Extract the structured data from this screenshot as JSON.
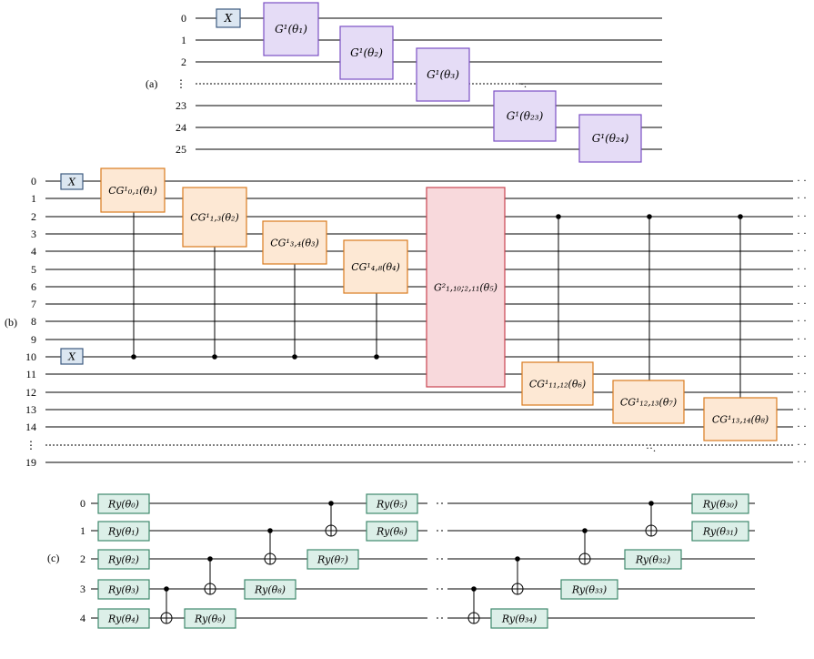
{
  "panel_a": {
    "label": "(a)",
    "wire_labels": [
      "0",
      "1",
      "2",
      "⋮",
      "23",
      "24",
      "25"
    ],
    "gates": [
      {
        "id": "a-x-gate",
        "text": "X",
        "color": "blue"
      },
      {
        "id": "a-g1",
        "text": "G¹(θ₁)",
        "color": "purple"
      },
      {
        "id": "a-g2",
        "text": "G¹(θ₂)",
        "color": "purple"
      },
      {
        "id": "a-g3",
        "text": "G¹(θ₃)",
        "color": "purple"
      },
      {
        "id": "a-g23",
        "text": "G¹(θ₂₃)",
        "color": "purple"
      },
      {
        "id": "a-g24",
        "text": "G¹(θ₂₄)",
        "color": "purple"
      }
    ]
  },
  "panel_b": {
    "label": "(b)",
    "wire_labels": [
      "0",
      "1",
      "2",
      "3",
      "4",
      "5",
      "6",
      "7",
      "8",
      "9",
      "10",
      "11",
      "12",
      "13",
      "14",
      "⋮",
      "19"
    ],
    "gates": [
      {
        "id": "b-x-0",
        "text": "X",
        "color": "blue"
      },
      {
        "id": "b-x-10",
        "text": "X",
        "color": "blue"
      },
      {
        "id": "b-cg1",
        "text": "CG¹₀,₁(θ₁)",
        "color": "orange"
      },
      {
        "id": "b-cg2",
        "text": "CG¹₁,₃(θ₂)",
        "color": "orange"
      },
      {
        "id": "b-cg3",
        "text": "CG¹₃,₄(θ₃)",
        "color": "orange"
      },
      {
        "id": "b-cg4",
        "text": "CG¹₄,₈(θ₄)",
        "color": "orange"
      },
      {
        "id": "b-g5",
        "text": "G²₁,₁₀;₂,₁₁(θ₅)",
        "color": "red"
      },
      {
        "id": "b-cg6",
        "text": "CG¹₁₁,₁₂(θ₆)",
        "color": "orange"
      },
      {
        "id": "b-cg7",
        "text": "CG¹₁₂,₁₃(θ₇)",
        "color": "orange"
      },
      {
        "id": "b-cg8",
        "text": "CG¹₁₃,₁₄(θ₈)",
        "color": "orange"
      }
    ]
  },
  "panel_c": {
    "label": "(c)",
    "wire_labels": [
      "0",
      "1",
      "2",
      "3",
      "4"
    ],
    "gates": [
      {
        "id": "c-ry0",
        "text": "Ry(θ₀)",
        "color": "green"
      },
      {
        "id": "c-ry1",
        "text": "Ry(θ₁)",
        "color": "green"
      },
      {
        "id": "c-ry2",
        "text": "Ry(θ₂)",
        "color": "green"
      },
      {
        "id": "c-ry3",
        "text": "Ry(θ₃)",
        "color": "green"
      },
      {
        "id": "c-ry4",
        "text": "Ry(θ₄)",
        "color": "green"
      },
      {
        "id": "c-ry9",
        "text": "Ry(θ₉)",
        "color": "green"
      },
      {
        "id": "c-ry8",
        "text": "Ry(θ₈)",
        "color": "green"
      },
      {
        "id": "c-ry7",
        "text": "Ry(θ₇)",
        "color": "green"
      },
      {
        "id": "c-ry5",
        "text": "Ry(θ₅)",
        "color": "green"
      },
      {
        "id": "c-ry6",
        "text": "Ry(θ₆)",
        "color": "green"
      },
      {
        "id": "c-ry34",
        "text": "Ry(θ₃₄)",
        "color": "green"
      },
      {
        "id": "c-ry33",
        "text": "Ry(θ₃₃)",
        "color": "green"
      },
      {
        "id": "c-ry32",
        "text": "Ry(θ₃₂)",
        "color": "green"
      },
      {
        "id": "c-ry30",
        "text": "Ry(θ₃₀)",
        "color": "green"
      },
      {
        "id": "c-ry31",
        "text": "Ry(θ₃₁)",
        "color": "green"
      }
    ]
  },
  "colors": {
    "blue": {
      "fill": "#dbe6f1",
      "stroke": "#3d5a80"
    },
    "purple": {
      "fill": "#e5dcf6",
      "stroke": "#7b4fc4"
    },
    "orange": {
      "fill": "#fde8d4",
      "stroke": "#d97b1f"
    },
    "red": {
      "fill": "#f8d9dc",
      "stroke": "#c9444f"
    },
    "green": {
      "fill": "#dcefe8",
      "stroke": "#3f8a6e"
    }
  }
}
